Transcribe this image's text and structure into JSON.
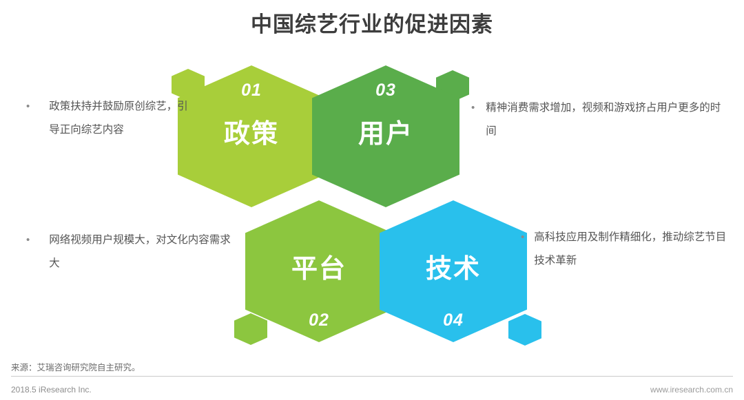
{
  "header": {
    "title": "中国综艺行业的促进因素"
  },
  "diagram": {
    "type": "honeycomb-hexagons",
    "hexagons": [
      {
        "id": "policy",
        "number": "01",
        "number_position": "top",
        "label": "政策",
        "color": "#a8ce3a",
        "callout": "政策扶持并鼓励原创综艺，引导正向综艺内容",
        "callout_side": "left"
      },
      {
        "id": "platform",
        "number": "02",
        "number_position": "bottom",
        "label": "平台",
        "color": "#8cc63f",
        "callout": "网络视频用户规模大，对文化内容需求大",
        "callout_side": "left"
      },
      {
        "id": "user",
        "number": "03",
        "number_position": "top",
        "label": "用户",
        "color": "#5aad4b",
        "callout": "精神消费需求增加，视频和游戏挤占用户更多的时间",
        "callout_side": "right"
      },
      {
        "id": "tech",
        "number": "04",
        "number_position": "bottom",
        "label": "技术",
        "color": "#29c0ec",
        "callout": "高科技应用及制作精细化，推动综艺节目技术革新",
        "callout_side": "right"
      }
    ],
    "decorative_hexagons": [
      {
        "id": "deco-top-left",
        "color": "#a8ce3a"
      },
      {
        "id": "deco-top-right",
        "color": "#5aad4b"
      },
      {
        "id": "deco-bottom-left",
        "color": "#8cc63f"
      },
      {
        "id": "deco-bottom-right",
        "color": "#29c0ec"
      }
    ],
    "bullet_glyph": "•"
  },
  "footer": {
    "source": "来源：艾瑞咨询研究院自主研究。",
    "copyright": "2018.5 iResearch Inc.",
    "website": "www.iresearch.com.cn"
  }
}
